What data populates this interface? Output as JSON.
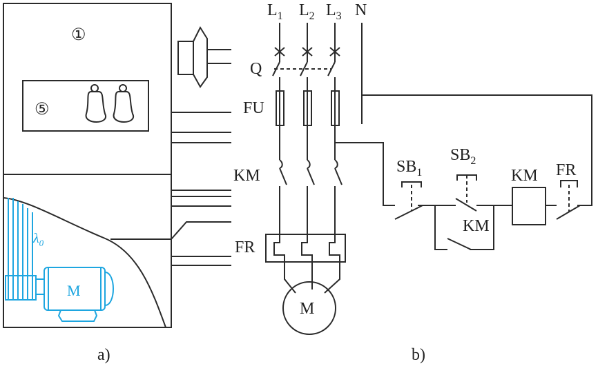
{
  "panel_a": {
    "caption": "a)",
    "part1_label": "①",
    "part5_label": "⑤",
    "lambda": "λ",
    "lambda_sub": "0",
    "motor_label": "M"
  },
  "panel_b": {
    "caption": "b)",
    "phase1": "L",
    "phase1_sub": "1",
    "phase2": "L",
    "phase2_sub": "2",
    "phase3": "L",
    "phase3_sub": "3",
    "neutral": "N",
    "breaker": "Q",
    "fuse": "FU",
    "contactor": "KM",
    "overload": "FR",
    "stop_button": "SB",
    "stop_button_sub": "1",
    "start_button": "SB",
    "start_button_sub": "2",
    "hold_contact": "KM",
    "coil": "KM",
    "fr_contact": "FR",
    "motor_label": "M"
  },
  "colors": {
    "line": "#2a2a2a",
    "highlight": "#1ea6e0",
    "background": "#ffffff"
  }
}
